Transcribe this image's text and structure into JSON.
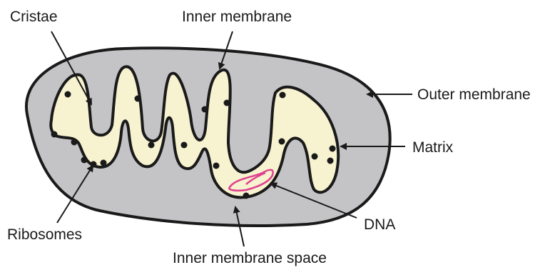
{
  "labels": {
    "cristae": "Cristae",
    "inner_membrane": "Inner membrane",
    "outer_membrane": "Outer membrane",
    "matrix": "Matrix",
    "dna": "DNA",
    "ribosomes": "Ribosomes",
    "inner_membrane_space": "Inner membrane space"
  },
  "colors": {
    "outer_fill": "#c4c4c6",
    "matrix_fill": "#f7f2cf",
    "outline": "#1a1a1a",
    "dna": "#e0408f",
    "ribosome": "#1a1a1a"
  }
}
